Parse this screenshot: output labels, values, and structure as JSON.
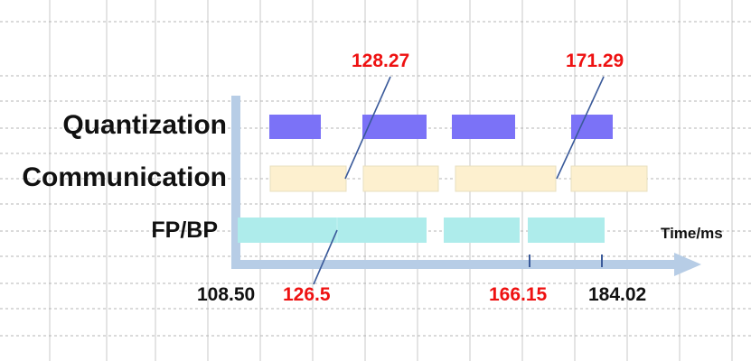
{
  "rows": [
    {
      "label": "Quantization",
      "color": "#7b72f7"
    },
    {
      "label": "Communication",
      "color": "#fdf0cf"
    },
    {
      "label": "FP/BP",
      "color": "#aeeceb"
    }
  ],
  "axis": {
    "unit": "Time/ms",
    "color": "#b7cde6"
  },
  "ticks": [
    {
      "label": "108.50",
      "color": "#111111"
    },
    {
      "label": "126.5",
      "color": "#ee1111"
    },
    {
      "label": "166.15",
      "color": "#ee1111"
    },
    {
      "label": "184.02",
      "color": "#111111"
    }
  ],
  "callouts": [
    {
      "label": "128.27",
      "color": "#ee1111"
    },
    {
      "label": "171.29",
      "color": "#ee1111"
    }
  ]
}
